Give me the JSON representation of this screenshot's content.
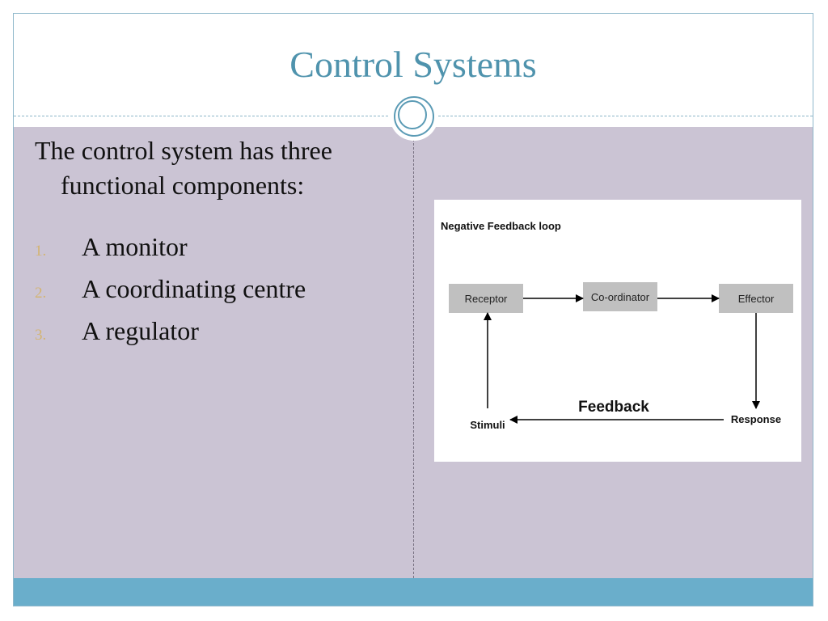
{
  "slide": {
    "title": "Control Systems",
    "intro": "The control system has three functional components:",
    "items": [
      {
        "number": "1.",
        "text": "A monitor"
      },
      {
        "number": "2.",
        "text": "A coordinating centre"
      },
      {
        "number": "3.",
        "text": "A regulator"
      }
    ]
  },
  "diagram": {
    "heading": "Negative Feedback loop",
    "boxes": {
      "receptor": "Receptor",
      "coordinator": "Co-ordinator",
      "effector": "Effector"
    },
    "labels": {
      "feedback": "Feedback",
      "response": "Response",
      "stimuli": "Stimuli"
    }
  },
  "colors": {
    "title": "#4f93ad",
    "body_background": "#cbc4d4",
    "bottom_band": "#6aaecb",
    "number_accent": "#d4b470",
    "diagram_box": "#c0c0c0"
  }
}
